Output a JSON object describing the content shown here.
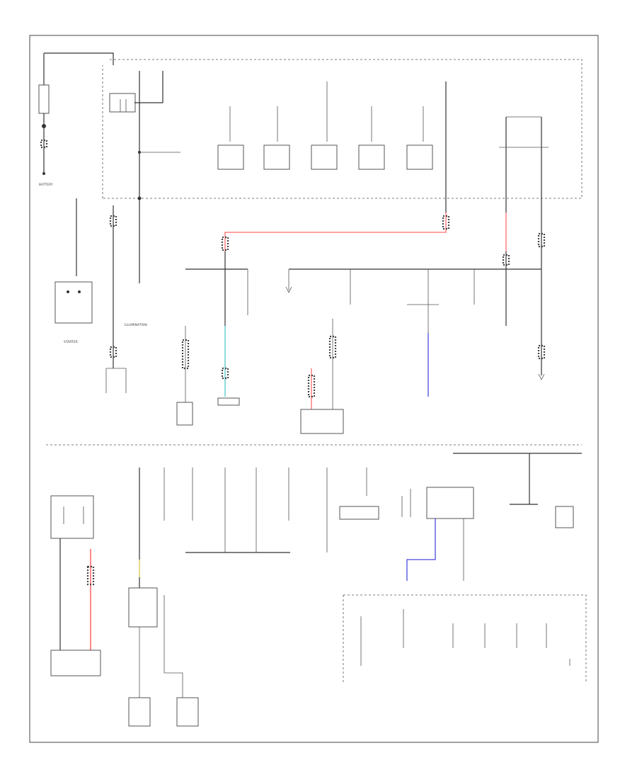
{
  "diagram": {
    "figure_id": "",
    "labels": {
      "battery": "BATTERY",
      "starter": "STARTER",
      "illumination": "ILLUMINATION"
    }
  },
  "colors": {
    "wire": "#333333",
    "red_wire": "#ff6b6b",
    "cyan_wire": "#66e0e0",
    "blue_wire": "#4a4adf",
    "yellow_wire": "#f0e060",
    "dashed_border": "#555555"
  }
}
